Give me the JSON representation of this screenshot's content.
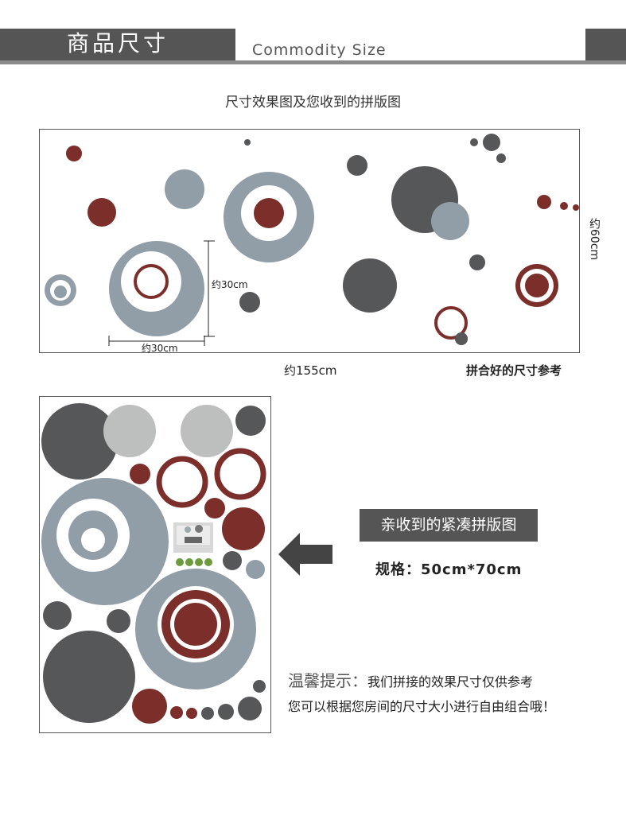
{
  "header": {
    "title_cn": "商品尺寸",
    "title_en": "Commodity Size"
  },
  "section1": {
    "caption": "尺寸效果图及您收到的拼版图",
    "width_label": "约30cm",
    "height_label": "约30cm",
    "total_width_label": "约155cm",
    "total_height_label": "约60cm",
    "reference_label": "拼合好的尺寸参考"
  },
  "section2": {
    "badge": "亲收到的紧凑拼版图",
    "spec": "规格：50cm*70cm"
  },
  "tip": {
    "label": "温馨提示：",
    "line1": "我们拼接的效果尺寸仅供参考",
    "line2": "您可以根据您房间的尺寸大小进行自由组合哦！"
  },
  "colors": {
    "dark_gray": "#555759",
    "blue_gray": "#929ea7",
    "light_gray": "#bdbfbe",
    "maroon": "#7b2e2a",
    "header_bg": "#555555"
  }
}
